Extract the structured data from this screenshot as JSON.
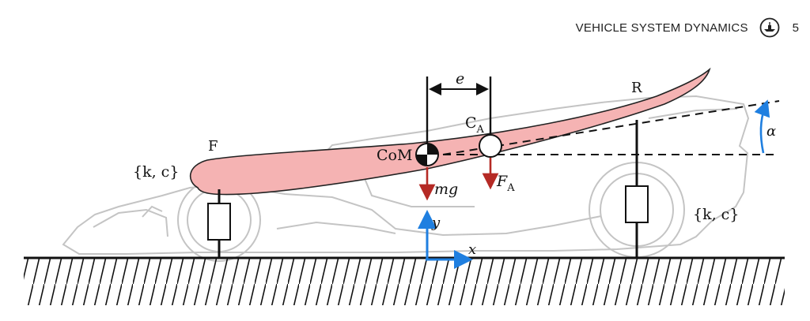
{
  "header": {
    "journal": "VEHICLE SYSTEM DYNAMICS",
    "page": "5",
    "logo_icon": "journal-logo-icon"
  },
  "figure": {
    "labels": {
      "front": "F",
      "rear": "R",
      "spring_front": "{k, c}",
      "spring_rear": "{k, c}",
      "com": "CoM",
      "ca_base": "C",
      "ca_sub": "A",
      "offset": "e",
      "weight": "mg",
      "fa_base": "F",
      "fa_sub": "A",
      "x_axis": "x",
      "y_axis": "y",
      "angle": "α"
    },
    "colors": {
      "wing_fill": "#f5b3b3",
      "force_arrow": "#b52a25",
      "axis_arrow": "#1f7fe0",
      "car_outline": "#c4c4c4"
    }
  }
}
